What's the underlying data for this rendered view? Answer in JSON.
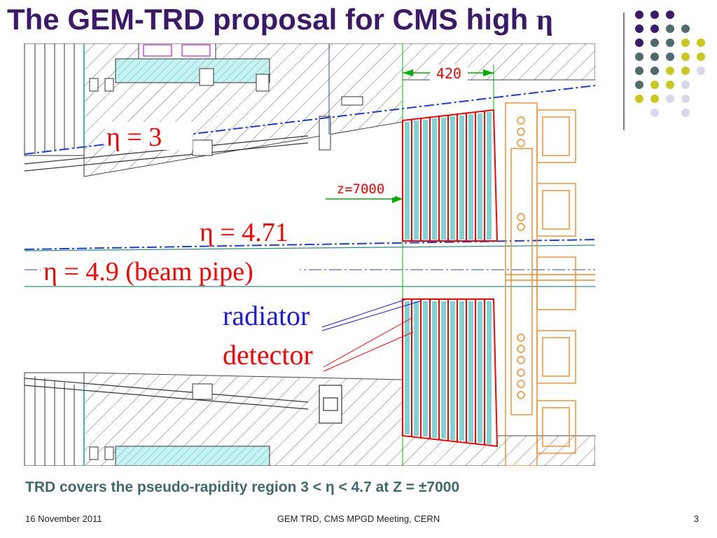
{
  "slide": {
    "title_text": "The GEM-TRD proposal for CMS high ",
    "title_symbol": "η",
    "subtitle": "TRD covers the pseudo-rapidity region 3 < η < 4.7 at Z = ±7000",
    "footer_date": "16 November 2011",
    "footer_center": "GEM TRD,  CMS MPGD Meeting, CERN",
    "page_number": "3"
  },
  "diagram": {
    "dimension_420": "420",
    "z_label": "z=7000",
    "eta_3": "η = 3",
    "eta_471": "η = 4.71",
    "eta_49": "η = 4.9 (beam pipe)",
    "radiator_label": "radiator",
    "detector_label": "detector"
  },
  "colors": {
    "title": "#3b1a6b",
    "subtitle": "#3f6a6a",
    "detector_red": "#ff0000",
    "radiator_cyan": "#7fd3d3",
    "eta_line_blue": "#1a3fd6",
    "dimension_green": "#00b000",
    "flange_orange": "#f08a1e",
    "hatch_gray": "#555555",
    "label_blue": "#1a1ae6",
    "dot_purple": "#3b1a6b",
    "dot_slate": "#4f6b6b",
    "dot_yellow": "#c8c81e",
    "dot_lavender": "#d8d8ec"
  }
}
